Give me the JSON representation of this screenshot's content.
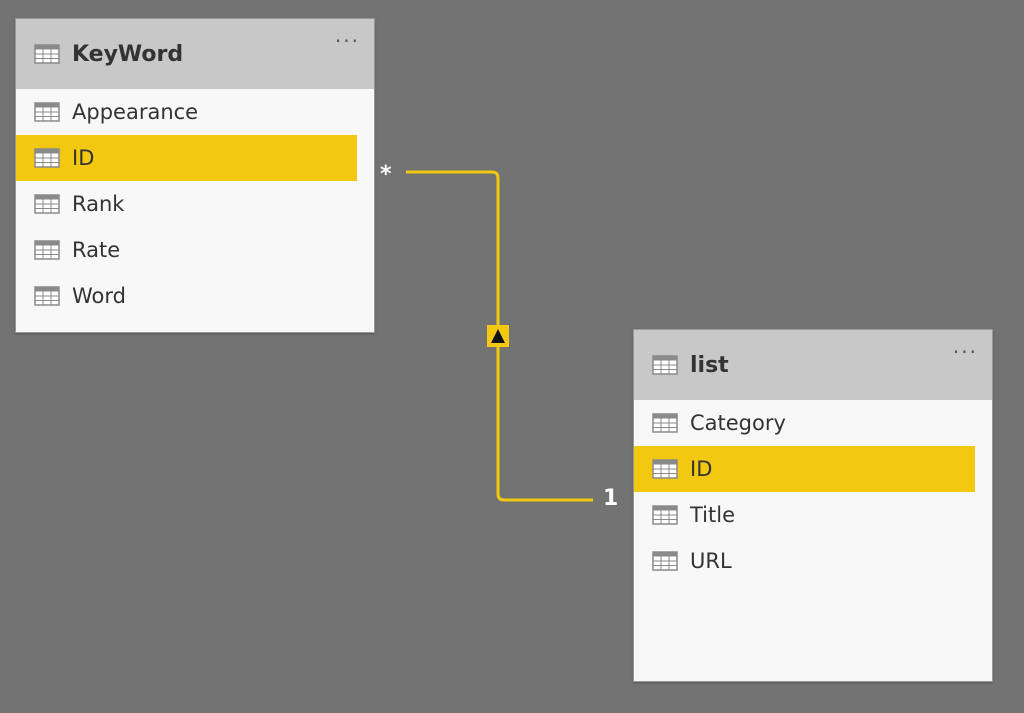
{
  "tables": [
    {
      "name": "KeyWord",
      "fields": [
        "Appearance",
        "ID",
        "Rank",
        "Rate",
        "Word"
      ],
      "selected_field": "ID",
      "menu_icon": "more-horizontal-icon"
    },
    {
      "name": "list",
      "fields": [
        "Category",
        "ID",
        "Title",
        "URL"
      ],
      "selected_field": "ID",
      "menu_icon": "more-horizontal-icon"
    }
  ],
  "relationship": {
    "from_cardinality": "*",
    "to_cardinality": "1",
    "direction_icon": "triangle-up-icon"
  },
  "menu_dots": "···",
  "colors": {
    "canvas": "#737373",
    "header": "#c8c8c8",
    "highlight": "#f2c811",
    "card": "#f8f8f8"
  }
}
